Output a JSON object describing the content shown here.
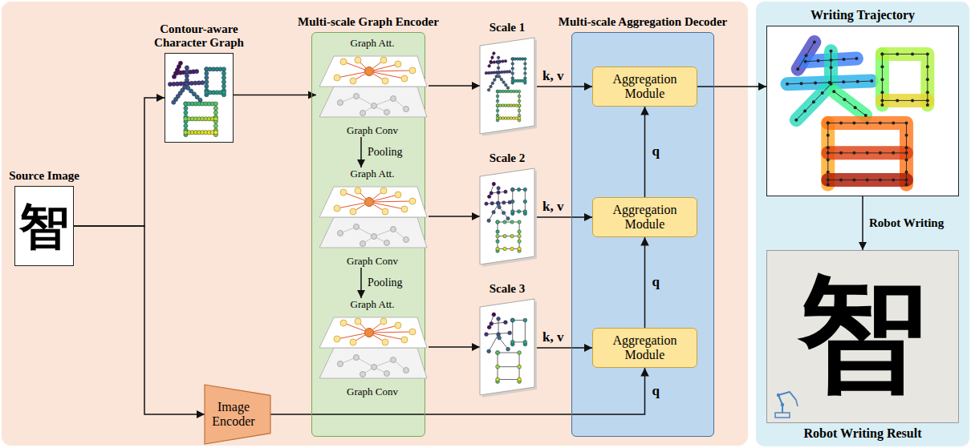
{
  "diagram": {
    "nodes": [
      {
        "text": [
          "Source Image"
        ]
      },
      {
        "text": [
          "Contour-aware Character Graph"
        ]
      },
      {
        "text": [
          "Multi-scale Graph Encoder"
        ]
      },
      {
        "text": [
          "Graph Att.",
          "Graph Conv"
        ],
        "in": 2
      },
      {
        "text": [
          "Graph Att.",
          "Graph Conv"
        ],
        "in": 2
      },
      {
        "text": [
          "Graph Att.",
          "Graph Conv"
        ],
        "in": 2
      },
      {
        "text": [
          "Scale 1"
        ]
      },
      {
        "text": [
          "Scale 2"
        ]
      },
      {
        "text": [
          "Scale 3"
        ]
      },
      {
        "text": [
          "Multi-scale Aggregation Decoder"
        ]
      },
      {
        "text": [
          "Aggregation Module"
        ],
        "in": 9
      },
      {
        "text": [
          "Aggregation Module"
        ],
        "in": 9
      },
      {
        "text": [
          "Aggregation Module"
        ],
        "in": 9
      },
      {
        "text": [
          "Image Encoder"
        ]
      },
      {
        "text": [
          "Writing Trajectory"
        ]
      },
      {
        "text": [
          "Robot Writing Result"
        ]
      }
    ],
    "edges": [
      {
        "from": 0,
        "to": 1,
        "arrow": "to"
      },
      {
        "from": 0,
        "to": 13,
        "arrow": "to"
      },
      {
        "from": 1,
        "to": 3,
        "arrow": "to"
      },
      {
        "from": 3,
        "to": 4,
        "arrow": "to",
        "label": "Pooling"
      },
      {
        "from": 4,
        "to": 5,
        "arrow": "to",
        "label": "Pooling"
      },
      {
        "from": 3,
        "to": 6,
        "arrow": "to"
      },
      {
        "from": 4,
        "to": 7,
        "arrow": "to"
      },
      {
        "from": 5,
        "to": 8,
        "arrow": "to"
      },
      {
        "from": 6,
        "to": 10,
        "arrow": "to",
        "label": "k, v"
      },
      {
        "from": 7,
        "to": 11,
        "arrow": "to",
        "label": "k, v"
      },
      {
        "from": 8,
        "to": 12,
        "arrow": "to",
        "label": "k, v"
      },
      {
        "from": 12,
        "to": 11,
        "arrow": "to",
        "label": "q"
      },
      {
        "from": 11,
        "to": 10,
        "arrow": "to",
        "label": "q"
      },
      {
        "from": 13,
        "to": 12,
        "arrow": "to",
        "label": "q"
      },
      {
        "from": 10,
        "to": 14,
        "arrow": "to"
      },
      {
        "from": 14,
        "to": 15,
        "arrow": "to",
        "label": "Robot Writing"
      }
    ],
    "labels": [
      "智",
      "智"
    ]
  }
}
